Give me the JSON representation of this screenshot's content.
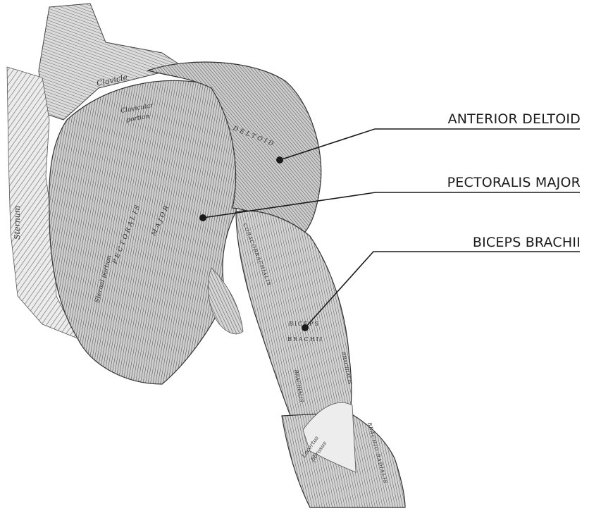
{
  "callouts": {
    "anterior_deltoid": "ANTERIOR DELTOID",
    "pectoralis_major": "PECTORALIS MAJOR",
    "biceps_brachii": "BICEPS BRACHII"
  },
  "engraving": {
    "clavicle": "Clavicle",
    "clavicular_portion_1": "Clavicular",
    "clavicular_portion_2": "portion",
    "deltoid": "DELTOID",
    "pectoralis": "PECTORALIS",
    "major": "MAJOR",
    "sternum": "Sternum",
    "sternal_portion": "Sternal portion",
    "coracobrachialis": "CORACOBRACHIALIS",
    "biceps": "BICEPS",
    "brachii": "BRACHII",
    "brachialis_left": "BRACHIALIS",
    "brachialis_right": "BRACHIALIS",
    "lacertus_1": "Lacertus",
    "lacertus_2": "fibrosus",
    "brachio_radialis": "BRACHIO-RADIALIS"
  },
  "colors": {
    "line": "#1a1a1a",
    "muscle_dark": "#4a4a4a",
    "muscle_mid": "#8a8a8a",
    "muscle_light": "#c9c9c9",
    "background": "#ffffff"
  }
}
